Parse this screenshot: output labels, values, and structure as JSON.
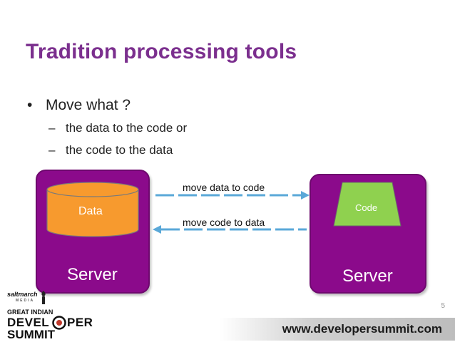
{
  "title": "Tradition processing tools",
  "bullet": {
    "marker": "•",
    "text": "Move what ?"
  },
  "sub_items": [
    {
      "marker": "–",
      "text": "the data to the code or"
    },
    {
      "marker": "–",
      "text": "the code to the data"
    }
  ],
  "diagram": {
    "left_server": {
      "label": "Server",
      "db_label": "Data"
    },
    "right_server": {
      "label": "Server",
      "code_label": "Code"
    },
    "arrow_top": "move data to code",
    "arrow_bottom": "move code to data",
    "colors": {
      "server": "#8b0a8b",
      "database": "#f79a2e",
      "code_block": "#8fd14f",
      "arrow": "#5aa8d8"
    }
  },
  "footer": {
    "url": "www.developersummit.com",
    "page_number": "5",
    "logo": {
      "brand": "saltmarch",
      "brand_sub": "MEDIA",
      "line1": "GREAT INDIAN",
      "line2_a": "DEVEL",
      "line2_b": "PER",
      "line3": "SUMMIT"
    }
  }
}
